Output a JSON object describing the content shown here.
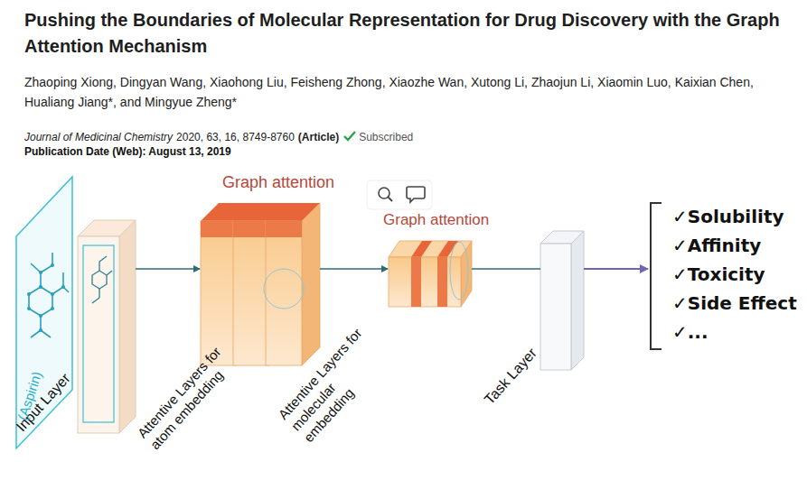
{
  "diagram": {
    "title": "Pushing the Boundaries of Molecular Representation for Drug Discovery with the Graph Attention Mechanism",
    "nodes": [
      {
        "text": [
          "Input Layer"
        ]
      },
      {
        "text": [
          "Graph attention",
          "Attentive Layers for atom embedding"
        ]
      },
      {
        "text": [
          "Graph attention",
          "Attentive Layers for molecular embedding"
        ]
      },
      {
        "text": [
          "Task Layer"
        ]
      },
      {
        "text": [
          "✓Solubility",
          "✓Affinity",
          "✓Toxicity",
          "✓Side Effect",
          "✓..."
        ]
      }
    ],
    "edges": [
      {
        "from": 0,
        "to": 1,
        "arrow": "to"
      },
      {
        "from": 1,
        "to": 2,
        "arrow": "to"
      },
      {
        "from": 2,
        "to": 3,
        "arrow": "none"
      },
      {
        "from": 3,
        "to": 4,
        "arrow": "to"
      }
    ],
    "labels": [
      "Zhaoping Xiong, Dingyan Wang, Xiaohong Liu, Feisheng Zhong, Xiaozhe Wan, Xutong Li, Zhaojun Li, Xiaomin Luo, Kaixian Chen, Hualiang Jiang*, and Mingyue Zheng*",
      "Journal of Medicinal Chemistry",
      "2020, 63, 16, 8749-8760",
      "(Article)",
      "Subscribed",
      "Publication Date (Web): August 13, 2019",
      "(Aspirin)"
    ]
  }
}
